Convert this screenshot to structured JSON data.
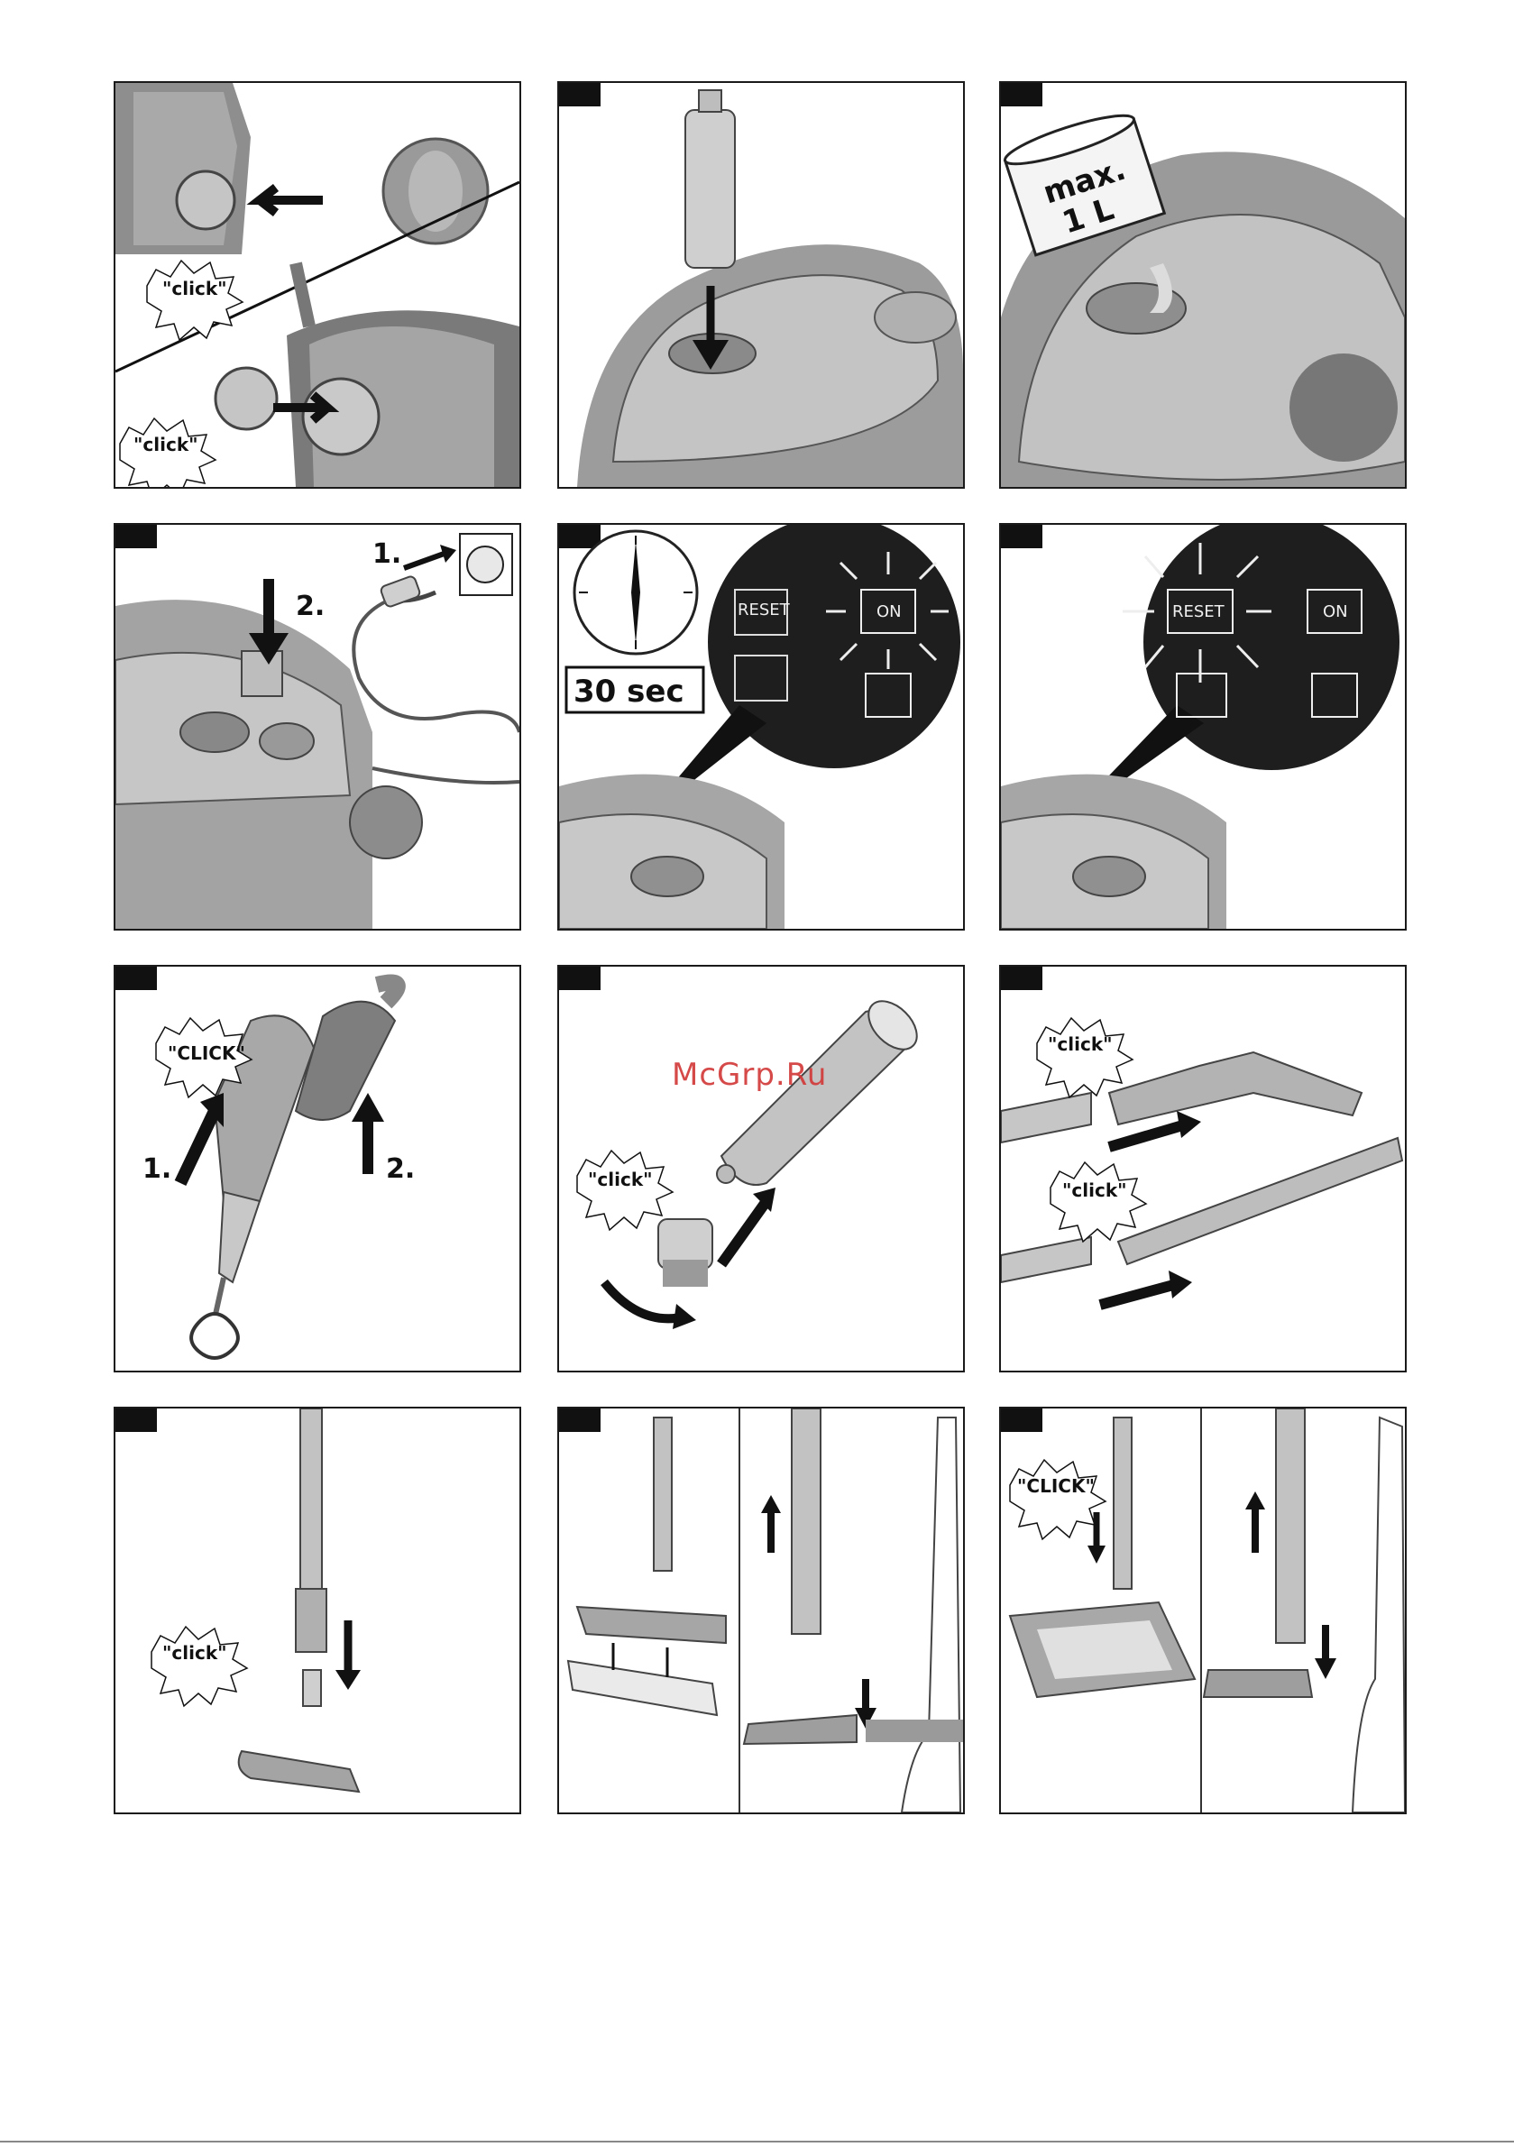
{
  "panels": {
    "p1": {
      "click_top": "\"click\"",
      "click_bottom": "\"click\""
    },
    "p3": {
      "capacity_line1": "max.",
      "capacity_line2": "1 L"
    },
    "p4": {
      "step1": "1.",
      "step2": "2."
    },
    "p5": {
      "timer": "30 sec",
      "reset": "RESET",
      "on": "ON"
    },
    "p6": {
      "reset": "RESET",
      "on": "ON"
    },
    "p7": {
      "click": "\"CLICK\"",
      "step1": "1.",
      "step2": "2."
    },
    "p8": {
      "click": "\"click\""
    },
    "p9": {
      "click_top": "\"click\"",
      "click_bottom": "\"click\""
    },
    "p10": {
      "click": "\"click\""
    },
    "p12": {
      "click": "\"CLICK\""
    }
  },
  "watermark": "McGrp.Ru"
}
